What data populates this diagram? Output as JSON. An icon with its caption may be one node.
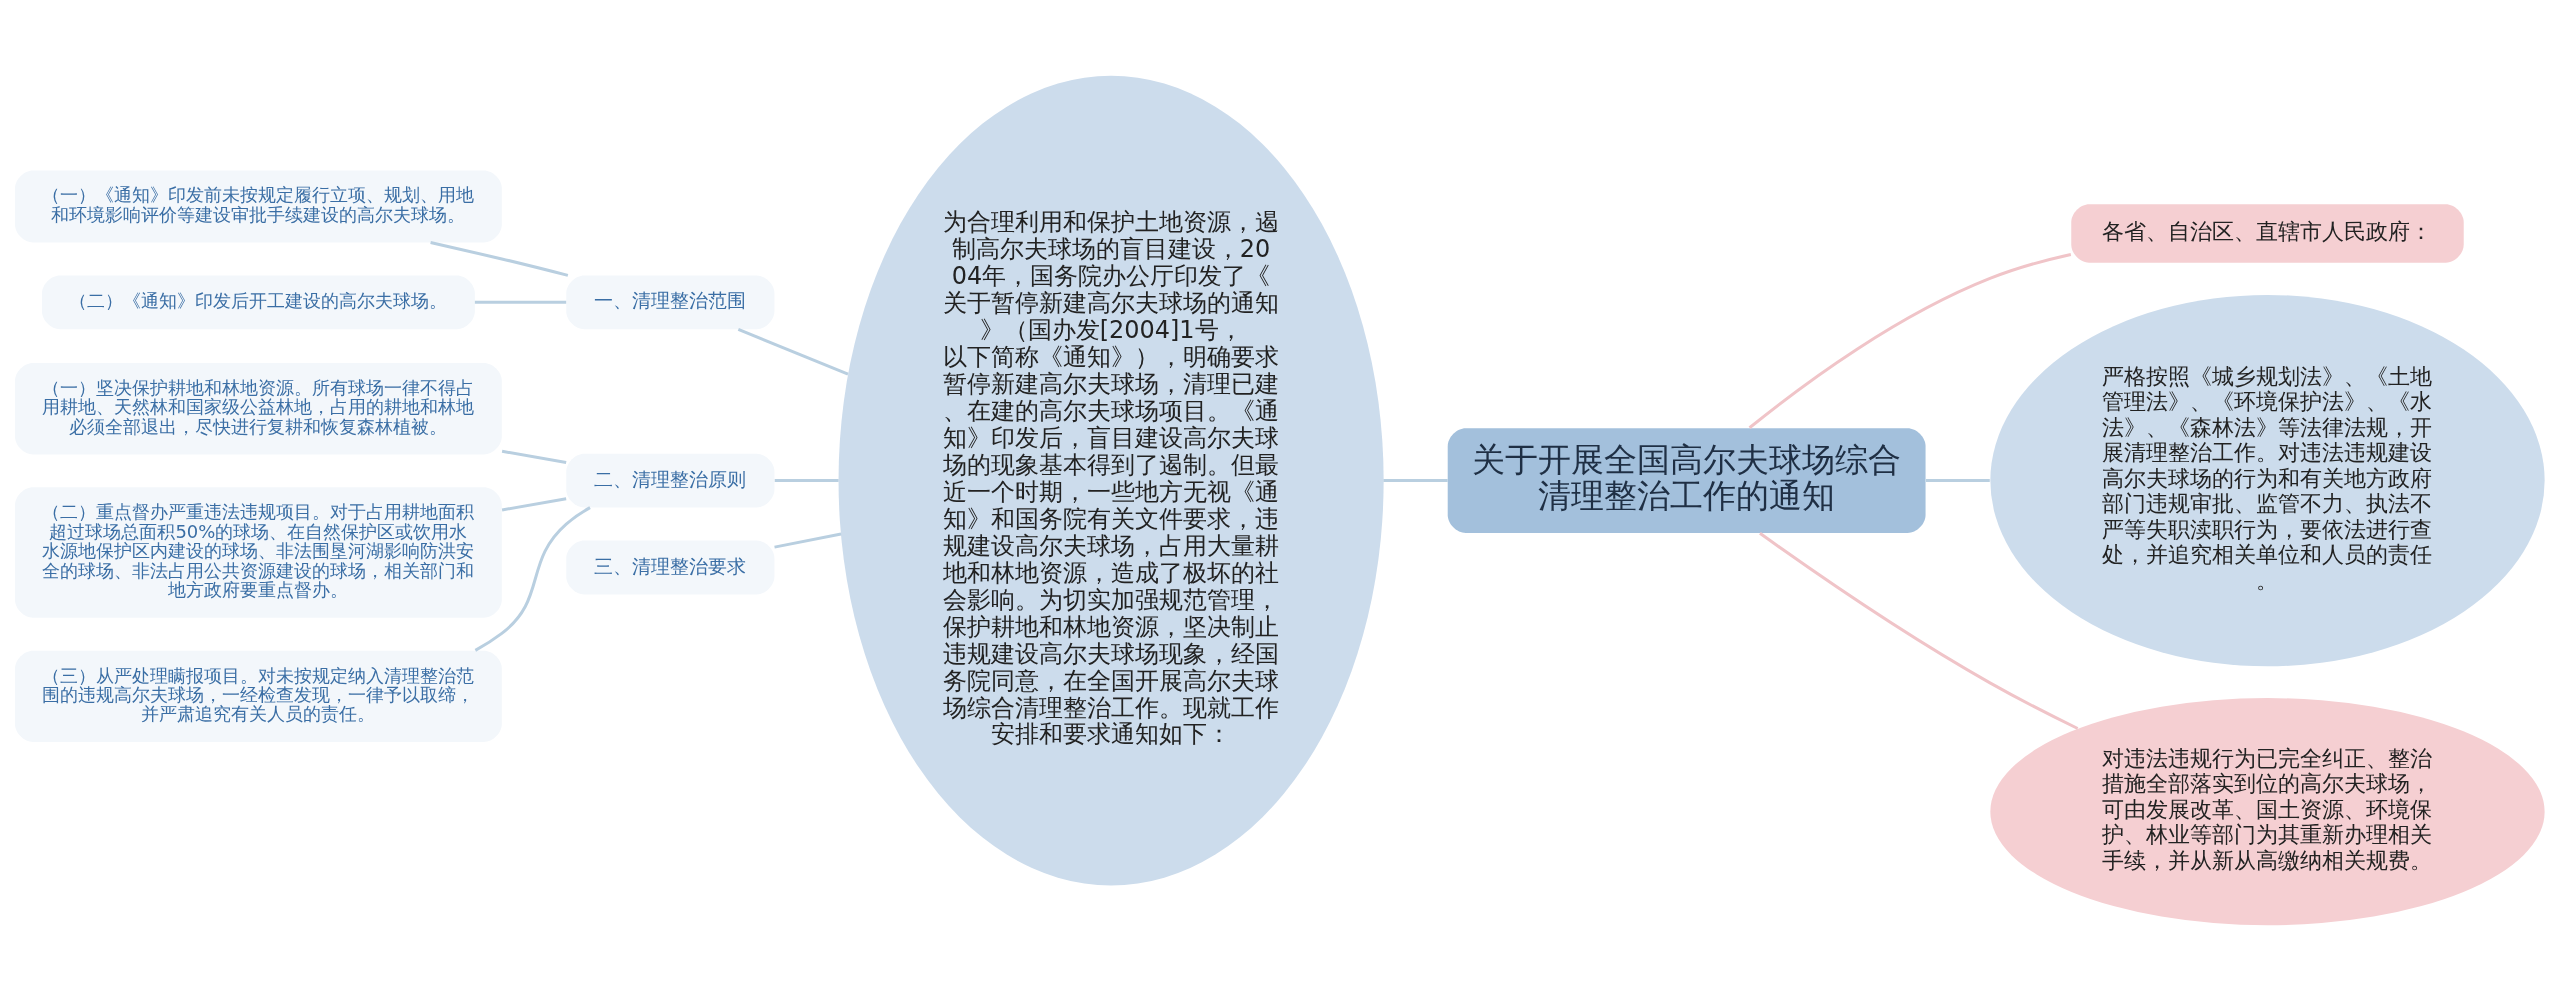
{
  "diagram": {
    "nodes": [
      {
        "text": [
          "关于开展全国高尔夫球场综合清理整治工作的通知"
        ]
      },
      {
        "text": [
          "为合理利用和保护土地资源，遏制高尔夫球场的盲目建设，2004年，国务院办公厅印发了《关于暂停新建高尔夫球场的通知》（国办发[2004]1号，以下简称《通知》），明确要求暂停新建高尔夫球场，清理已建、在建的高尔夫球场项目。《通知》印发后，盲目建设高尔夫球场的现象基本得到了遏制。但最近一个时期，一些地方无视《通知》和国务院有关文件要求，违规建设高尔夫球场，占用大量耕地和林地资源，造成了极坏的社会影响。为切实加强规范管理，保护耕地和林地资源，坚决制止违规建设高尔夫球场现象，经国务院同意，在全国开展高尔夫球场综合清理整治工作。现就工作安排和要求通知如下："
        ]
      },
      {
        "text": [
          "一、清理整治范围"
        ]
      },
      {
        "text": [
          "（一）《通知》印发前未按规定履行立项、规划、用地和环境影响评价等建设审批手续建设的高尔夫球场。"
        ]
      },
      {
        "text": [
          "（二）《通知》印发后开工建设的高尔夫球场。"
        ]
      },
      {
        "text": [
          "二、清理整治原则"
        ]
      },
      {
        "text": [
          "（一）坚决保护耕地和林地资源。所有球场一律不得占用耕地、天然林和国家级公益林地，占用的耕地和林地必须全部退出，尽快进行复耕和恢复森林植被。"
        ]
      },
      {
        "text": [
          "（二）重点督办严重违法违规项目。对于占用耕地面积超过球场总面积50%的球场、在自然保护区或饮用水水源地保护区内建设的球场、非法围垦河湖影响防洪安全的球场、非法占用公共资源建设的球场，相关部门和地方政府要重点督办。"
        ]
      },
      {
        "text": [
          "（三）从严处理瞒报项目。对未按规定纳入清理整治范围的违规高尔夫球场，一经检查发现，一律予以取缔，并严肃追究有关人员的责任。"
        ]
      },
      {
        "text": [
          "三、清理整治要求"
        ]
      },
      {
        "text": [
          "各省、自治区、直辖市人民政府："
        ]
      },
      {
        "text": [
          "严格按照《城乡规划法》、《土地管理法》、《环境保护法》、《水法》、《森林法》等法律法规，开展清理整治工作。对违法违规建设高尔夫球场的行为和有关地方政府部门违规审批、监管不力、执法不严等失职渎职行为，要依法进行查处，并追究相关单位和人员的责任。"
        ]
      },
      {
        "text": [
          "对违法违规行为已完全纠正、整治措施全部落实到位的高尔夫球场，可由发展改革、国土资源、环境保护、林业等部门为其重新办理相关手续，并从新从高缴纳相关规费。"
        ]
      }
    ],
    "edges": [
      {
        "from": 0,
        "to": 1,
        "arrow": "none"
      },
      {
        "from": 1,
        "to": 2,
        "arrow": "none"
      },
      {
        "from": 2,
        "to": 3,
        "arrow": "none"
      },
      {
        "from": 2,
        "to": 4,
        "arrow": "none"
      },
      {
        "from": 1,
        "to": 5,
        "arrow": "none"
      },
      {
        "from": 5,
        "to": 6,
        "arrow": "none"
      },
      {
        "from": 5,
        "to": 7,
        "arrow": "none"
      },
      {
        "from": 5,
        "to": 8,
        "arrow": "none"
      },
      {
        "from": 1,
        "to": 9,
        "arrow": "none"
      },
      {
        "from": 0,
        "to": 10,
        "arrow": "none",
        "color": "#f0c4c8"
      },
      {
        "from": 0,
        "to": 11,
        "arrow": "none"
      },
      {
        "from": 0,
        "to": 12,
        "arrow": "none",
        "color": "#f0c4c8"
      }
    ]
  }
}
